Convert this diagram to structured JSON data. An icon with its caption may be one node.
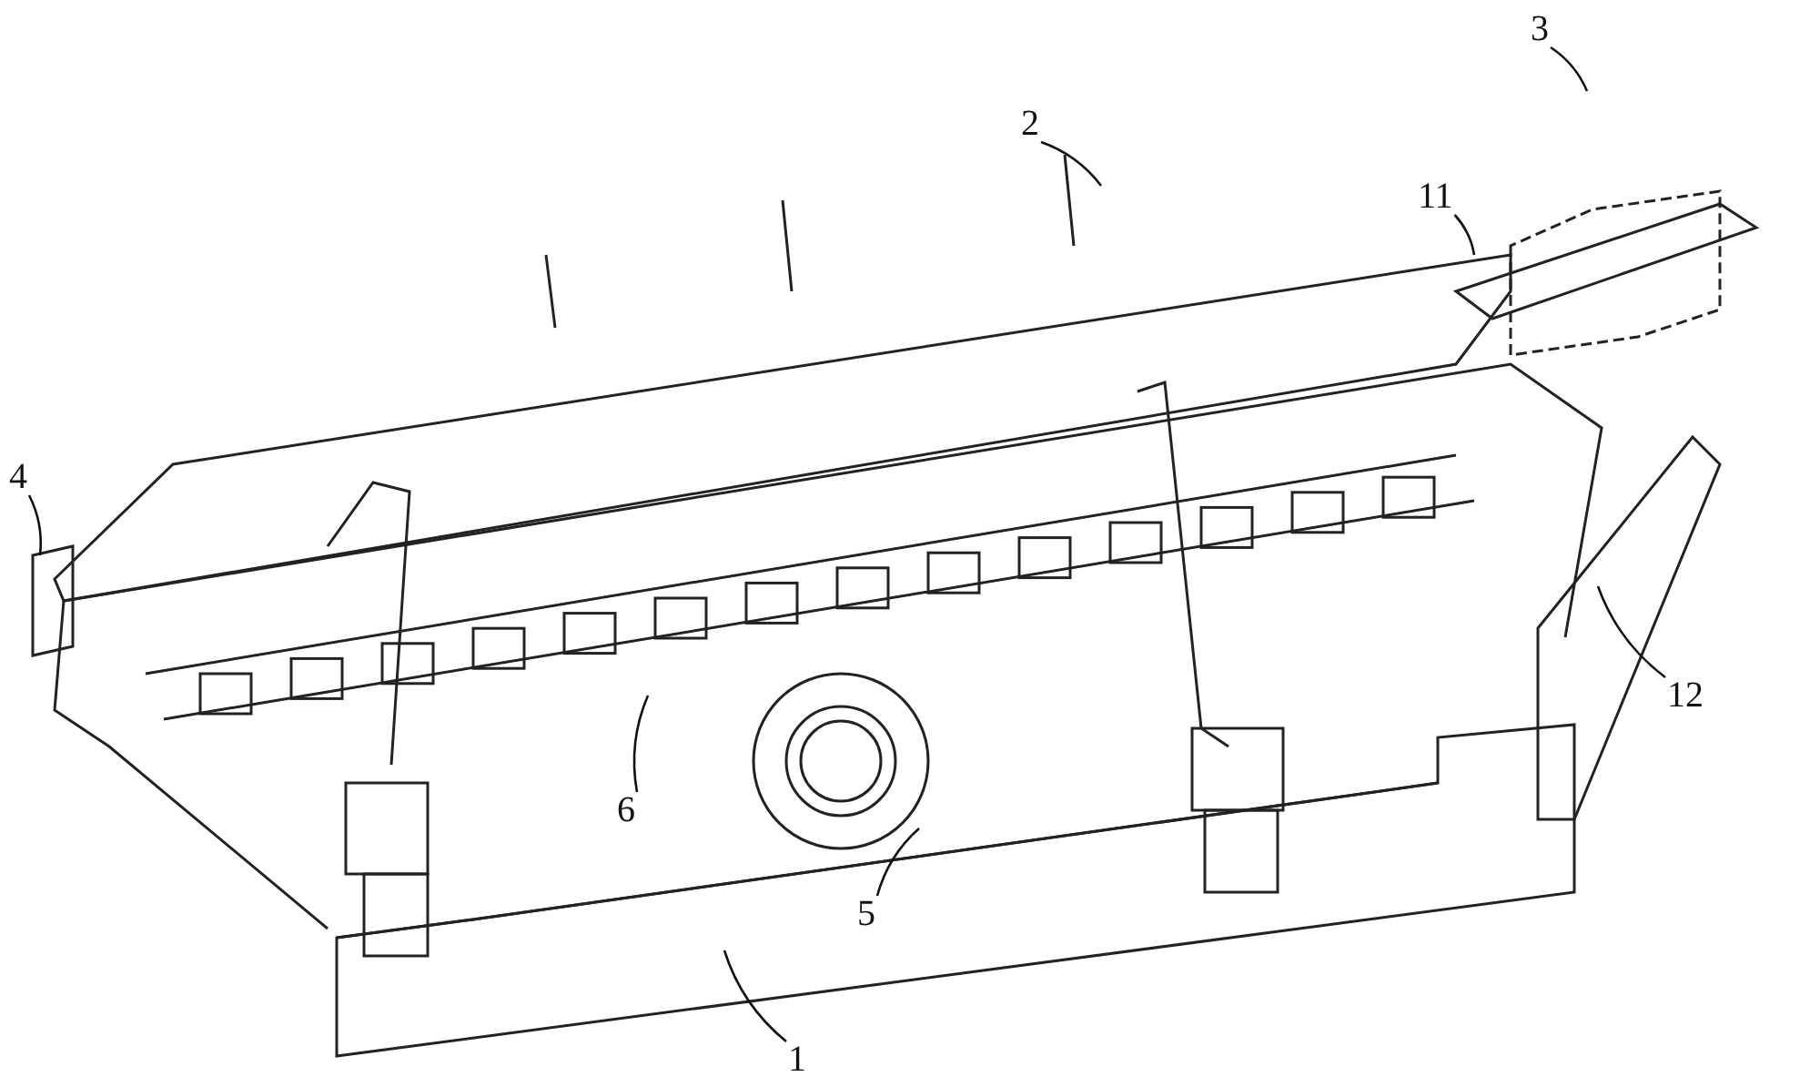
{
  "diagram": {
    "nodes": [
      {
        "text": [
          "3"
        ]
      },
      {
        "text": [
          "2"
        ]
      },
      {
        "text": [
          "11"
        ]
      },
      {
        "text": [
          "4"
        ]
      },
      {
        "text": [
          "12"
        ]
      },
      {
        "text": [
          "6"
        ]
      },
      {
        "text": [
          "5"
        ]
      },
      {
        "text": [
          "1"
        ]
      }
    ],
    "edges": [
      {
        "from": 0,
        "to": null,
        "arrow": "none"
      },
      {
        "from": 1,
        "to": null,
        "arrow": "none"
      },
      {
        "from": 2,
        "to": null,
        "arrow": "none"
      },
      {
        "from": 3,
        "to": null,
        "arrow": "none"
      },
      {
        "from": 4,
        "to": null,
        "arrow": "none"
      },
      {
        "from": 5,
        "to": null,
        "arrow": "none"
      },
      {
        "from": 6,
        "to": null,
        "arrow": "none"
      },
      {
        "from": 7,
        "to": null,
        "arrow": "none"
      }
    ]
  }
}
